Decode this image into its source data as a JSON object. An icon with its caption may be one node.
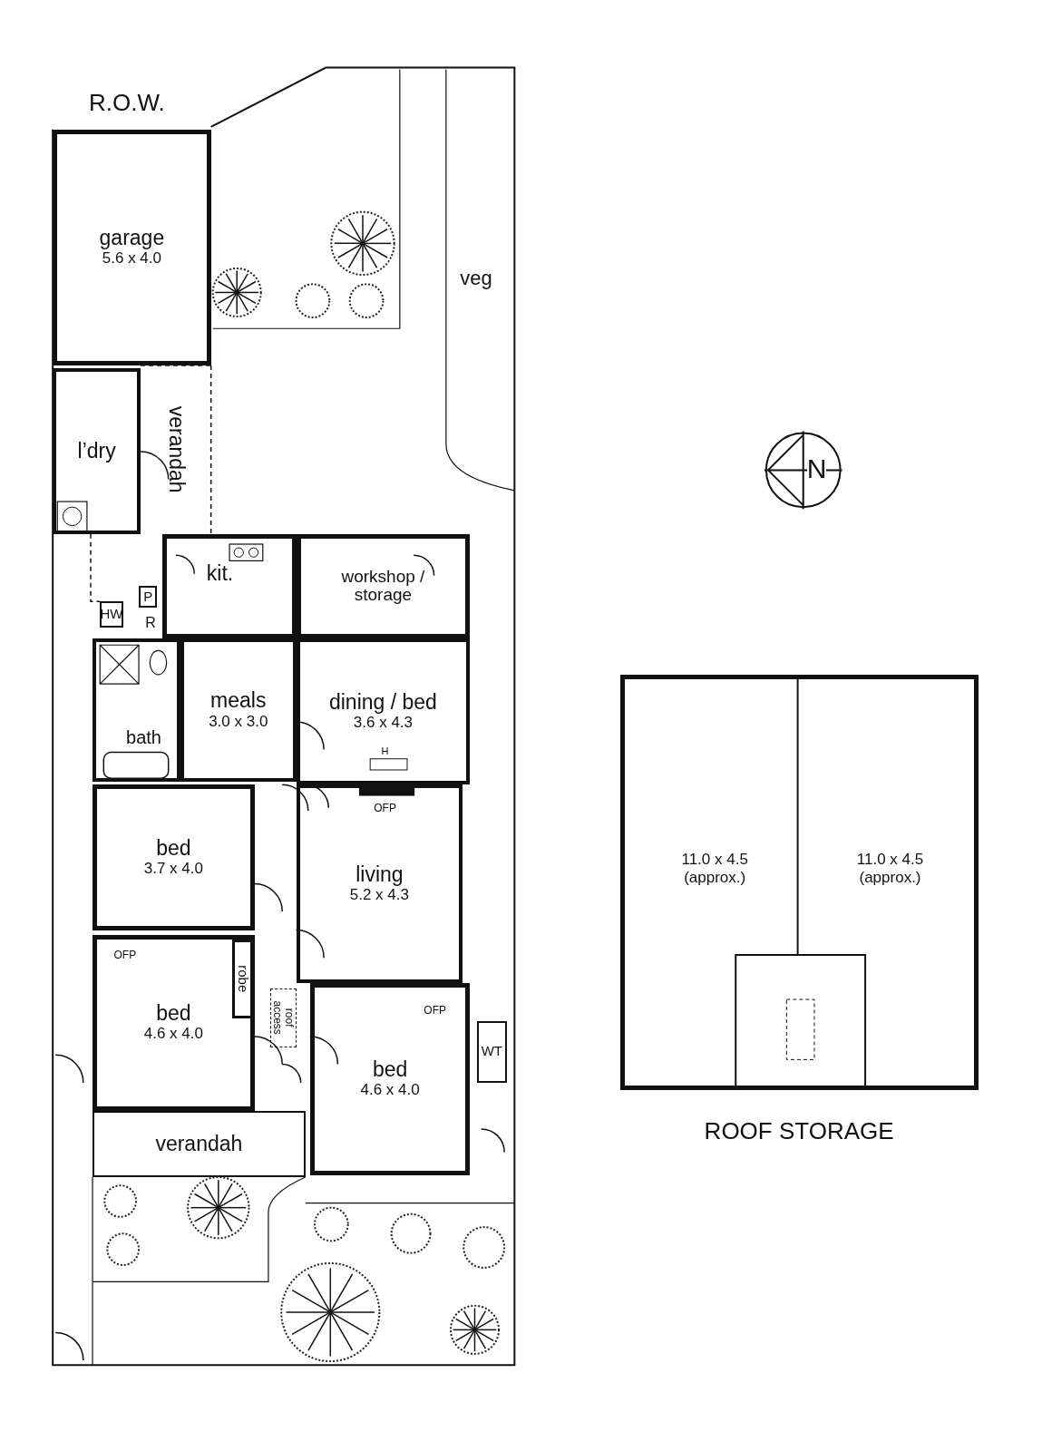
{
  "diagram": {
    "nodes": [
      {
        "text": [
          "garage",
          "5.6 x 4.0"
        ]
      },
      {
        "text": [
          "l’dry"
        ]
      },
      {
        "text": [
          "verandah"
        ]
      },
      {
        "text": [
          "kit."
        ]
      },
      {
        "text": [
          "workshop / storage"
        ]
      },
      {
        "text": [
          "meals",
          "3.0 x 3.0"
        ]
      },
      {
        "text": [
          "dining / bed",
          "3.6 x 4.3"
        ]
      },
      {
        "text": [
          "bath"
        ]
      },
      {
        "text": [
          "bed",
          "3.7 x 4.0"
        ]
      },
      {
        "text": [
          "living",
          "5.2 x 4.3"
        ]
      },
      {
        "text": [
          "bed",
          "4.6 x 4.0"
        ]
      },
      {
        "text": [
          "robe"
        ],
        "in": 10
      },
      {
        "text": [
          "roof access"
        ]
      },
      {
        "text": [
          "bed",
          "4.6 x 4.0"
        ]
      },
      {
        "text": [
          "verandah"
        ]
      },
      {
        "text": [
          "WT"
        ]
      },
      {
        "text": [
          "HW"
        ]
      },
      {
        "text": [
          "P"
        ]
      },
      {
        "text": [
          "ROOF STORAGE"
        ]
      },
      {
        "text": [
          "11.0 x 4.5",
          "(approx.)"
        ],
        "in": 18
      },
      {
        "text": [
          "11.0 x 4.5",
          "(approx.)"
        ],
        "in": 18
      }
    ],
    "labels": [
      "R.O.W.",
      "veg",
      "R",
      "H",
      "OFP",
      "OFP",
      "OFP",
      "N"
    ]
  }
}
